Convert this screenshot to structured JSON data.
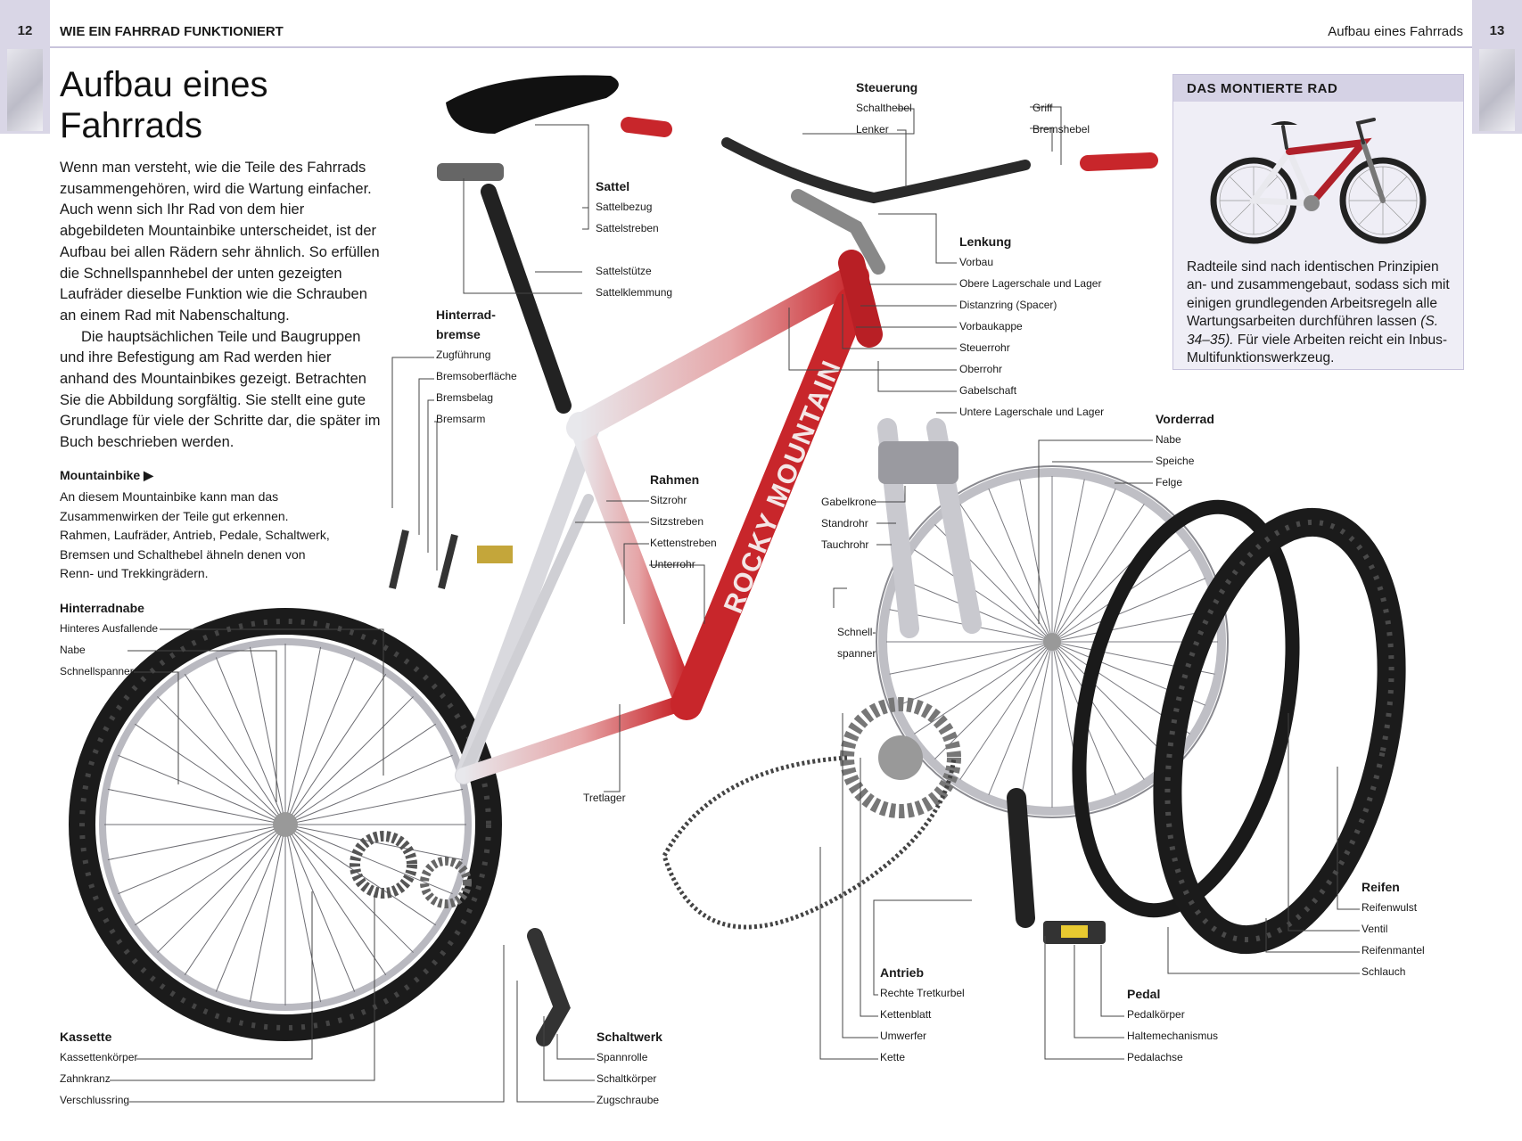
{
  "header": {
    "left_page_number": "12",
    "left_section": "WIE EIN FAHRRAD FUNKTIONIERT",
    "right_section": "Aufbau eines Fahrrads",
    "right_page_number": "13"
  },
  "title_line1": "Aufbau eines",
  "title_line2": "Fahrrads",
  "intro": {
    "p1": "Wenn man versteht, wie die Teile des Fahrrads zusammengehören, wird die Wartung einfacher. Auch wenn sich Ihr Rad von dem hier abgebildeten Mountainbike unterscheidet, ist der Aufbau bei allen Rädern sehr ähnlich. So erfüllen die Schnellspannhebel der unten gezeigten Laufräder dieselbe Funktion wie die Schrauben an einem Rad mit Nabenschaltung.",
    "p2": "Die hauptsächlichen Teile und Baugruppen und ihre Befestigung am Rad werden hier anhand des Mountainbikes gezeigt. Betrachten Sie die Abbildung sorgfältig. Sie stellt eine gute Grundlage für viele der Schritte dar, die später im Buch beschrieben werden."
  },
  "caption": {
    "title": "Mountainbike ▶",
    "text": "An diesem Mountainbike kann man das Zusammenwirken der Teile gut erkennen. Rahmen, Laufräder, Antrieb, Pedale, Schaltwerk, Bremsen und Schalthebel ähneln denen von Renn- und Trekkingrädern."
  },
  "sidebar": {
    "title": "DAS MONTIERTE RAD",
    "text_before_ref": "Radteile sind nach identischen Prinzipien an- und zusammengebaut, sodass sich mit einigen grundlegenden Arbeitsregeln alle Wartungsarbeiten durchführen lassen ",
    "ref": "(S. 34–35).",
    "text_after_ref": " Für viele Arbeiten reicht ein Inbus-Multifunktionswerkzeug."
  },
  "labels": {
    "sattel": {
      "title": "Sattel",
      "items": [
        "Sattelbezug",
        "Sattelstreben",
        "",
        "Sattelstütze",
        "Sattelklemmung"
      ]
    },
    "steuerung": {
      "title": "Steuerung",
      "left": [
        "Schalthebel",
        "Lenker"
      ],
      "right": [
        "Griff",
        "Bremshebel"
      ]
    },
    "lenkung": {
      "title": "Lenkung",
      "items": [
        "Vorbau",
        "Obere Lagerschale und Lager",
        "Distanzring (Spacer)",
        "Vorbaukappe",
        "Steuerrohr",
        "Oberrohr",
        "Gabelschaft",
        "Untere Lagerschale und Lager"
      ]
    },
    "hinterradbremse": {
      "title1": "Hinterrad-",
      "title2": "bremse",
      "items": [
        "Zugführung",
        "Bremsoberfläche",
        "Bremsbelag",
        "Bremsarm"
      ]
    },
    "rahmen": {
      "title": "Rahmen",
      "items": [
        "Sitzrohr",
        "Sitzstreben",
        "Kettenstreben",
        "Unterrohr"
      ]
    },
    "vorderrad": {
      "title": "Vorderrad",
      "items": [
        "Nabe",
        "Speiche",
        "Felge"
      ]
    },
    "gabel": {
      "items": [
        "Gabelkrone",
        "Standrohr",
        "Tauchrohr"
      ]
    },
    "hinterradnabe": {
      "title": "Hinterradnabe",
      "items": [
        "Hinteres Ausfallende",
        "Nabe",
        "Schnellspanner"
      ]
    },
    "schnellspanner": {
      "line1": "Schnell-",
      "line2": "spanner"
    },
    "tretlager": "Tretlager",
    "reifen": {
      "title": "Reifen",
      "items": [
        "Reifenwulst",
        "Ventil",
        "Reifenmantel",
        "Schlauch"
      ]
    },
    "antrieb": {
      "title": "Antrieb",
      "items": [
        "Rechte Tretkurbel",
        "Kettenblatt",
        "Umwerfer",
        "Kette"
      ]
    },
    "pedal": {
      "title": "Pedal",
      "items": [
        "Pedalkörper",
        "Haltemechanismus",
        "Pedalachse"
      ]
    },
    "kassette": {
      "title": "Kassette",
      "items": [
        "Kassettenkörper",
        "Zahnkranz",
        "Verschlussring"
      ]
    },
    "schaltwerk": {
      "title": "Schaltwerk",
      "items": [
        "Spannrolle",
        "Schaltkörper",
        "Zugschraube"
      ]
    }
  },
  "frame_brand": "ROCKY MOUNTAIN",
  "colors": {
    "frame_red": "#c8262b",
    "accent_lilac": "#d5d2e5",
    "tire": "#1b1b1b"
  }
}
